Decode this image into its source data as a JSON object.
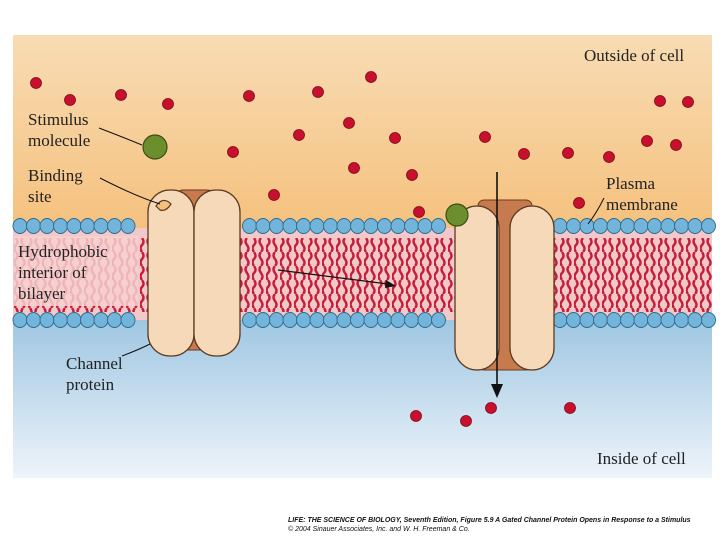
{
  "diagram": {
    "labels": {
      "outside": "Outside of cell",
      "inside": "Inside of cell",
      "stimulus_line1": "Stimulus",
      "stimulus_line2": "molecule",
      "binding_line1": "Binding",
      "binding_line2": "site",
      "plasma_line1": "Plasma",
      "plasma_line2": "membrane",
      "hydro_line1": "Hydrophobic",
      "hydro_line2": "interior of",
      "hydro_line3": "bilayer",
      "channel_line1": "Channel",
      "channel_line2": "protein"
    },
    "colors": {
      "outside_top": "#f7d9b0",
      "outside_bottom": "#f6c381",
      "inside_top": "#e8f0f8",
      "inside_bottom": "#9ec4e0",
      "lipid_head": "#72b4da",
      "lipid_tail": "#c41e3a",
      "hydrophobic_band": "#f3c6c6",
      "ion": "#c8102e",
      "stimulus": "#6d8e2c",
      "channel_body": "#f5d8b8",
      "channel_core": "#c87a4f"
    }
  },
  "caption": {
    "line1": "LIFE: THE SCIENCE OF BIOLOGY, Seventh Edition, Figure 5.9 A Gated Channel Protein Opens in Response to a Stimulus",
    "line2": "© 2004 Sinauer Associates, Inc. and W. H. Freeman & Co."
  }
}
